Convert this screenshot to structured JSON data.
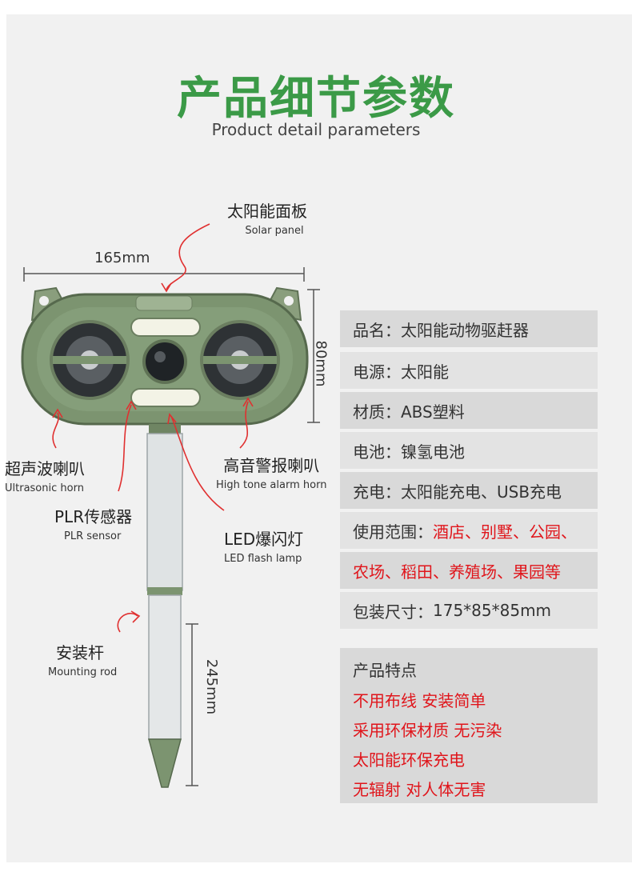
{
  "header": {
    "title": "产品细节参数",
    "subtitle": "Product detail parameters"
  },
  "callouts": {
    "solar_panel": {
      "cn": "太阳能面板",
      "en": "Solar panel"
    },
    "ultrasonic_horn": {
      "cn": "超声波喇叭",
      "en": "Ultrasonic horn"
    },
    "alarm_horn": {
      "cn": "高音警报喇叭",
      "en": "High tone alarm horn"
    },
    "plr_sensor": {
      "cn": "PLR传感器",
      "en": "PLR sensor"
    },
    "led_lamp": {
      "cn": "LED爆闪灯",
      "en": "LED flash lamp"
    },
    "mounting_rod": {
      "cn": "安装杆",
      "en": "Mounting rod"
    }
  },
  "dimensions": {
    "width": "165mm",
    "height": "80mm",
    "rod": "245mm"
  },
  "specs": [
    {
      "label": "品名：",
      "value": "太阳能动物驱赶器"
    },
    {
      "label": "电源：",
      "value": "太阳能"
    },
    {
      "label": "材质：",
      "value": "ABS塑料"
    },
    {
      "label": "电池：",
      "value": "镍氢电池"
    },
    {
      "label": "充电：",
      "value": "太阳能充电、USB充电"
    },
    {
      "label": "使用范围：",
      "value": "酒店、别墅、公园、"
    },
    {
      "label": "",
      "value": "农场、稻田、养殖场、果园等"
    },
    {
      "label": "包装尺寸：",
      "value": "175*85*85mm"
    }
  ],
  "features": {
    "heading": "产品特点",
    "items": [
      "不用布线 安装简单",
      "采用环保材质 无污染",
      "太阳能环保充电",
      "无辐射 对人体无害"
    ]
  },
  "colors": {
    "title_green": "#3b9a47",
    "accent_red": "#e0151b",
    "device_green": "#7c9470"
  }
}
